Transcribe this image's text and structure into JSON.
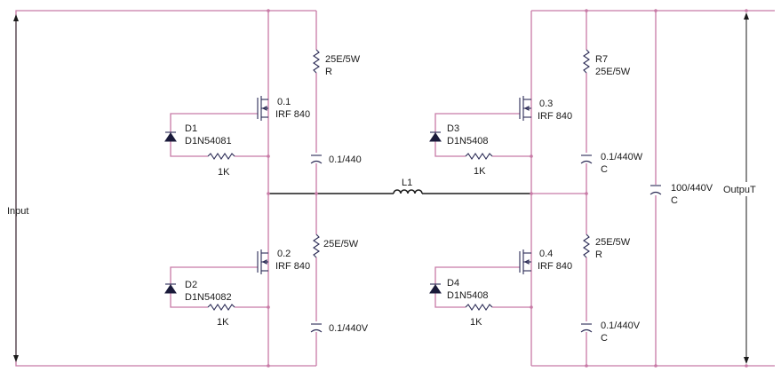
{
  "labels": {
    "input": "Input",
    "output": "OutpuT",
    "inductor": "L1"
  },
  "left_bridge": {
    "top_resistor": {
      "value": "25E/5W",
      "name": "R"
    },
    "top_mosfet": {
      "ref": "0.1",
      "part": "IRF 840"
    },
    "top_diode": {
      "ref": "D1",
      "part": "D1N54081"
    },
    "top_gate_resistor": "1K",
    "top_capacitor": "0.1/440",
    "bottom_resistor": {
      "value": "25E/5W"
    },
    "bottom_mosfet": {
      "ref": "0.2",
      "part": "IRF 840"
    },
    "bottom_diode": {
      "ref": "D2",
      "part": "D1N54082"
    },
    "bottom_gate_resistor": "1K",
    "bottom_capacitor": "0.1/440V"
  },
  "right_bridge": {
    "top_resistor": {
      "ref": "R7",
      "value": "25E/5W"
    },
    "top_mosfet": {
      "ref": "0.3",
      "part": "IRF 840"
    },
    "top_diode": {
      "ref": "D3",
      "part": "D1N5408"
    },
    "top_gate_resistor": "1K",
    "top_capacitor": {
      "value": "0.1/440W",
      "name": "C"
    },
    "bottom_resistor": {
      "value": "25E/5W",
      "name": "R"
    },
    "bottom_mosfet": {
      "ref": "0.4",
      "part": "IRF 840"
    },
    "bottom_diode": {
      "ref": "D4",
      "part": "D1N5408"
    },
    "bottom_gate_resistor": "1K",
    "bottom_capacitor": {
      "value": "0.1/440V",
      "name": "C"
    }
  },
  "output_capacitor": {
    "value": "100/440V",
    "name": "C"
  }
}
